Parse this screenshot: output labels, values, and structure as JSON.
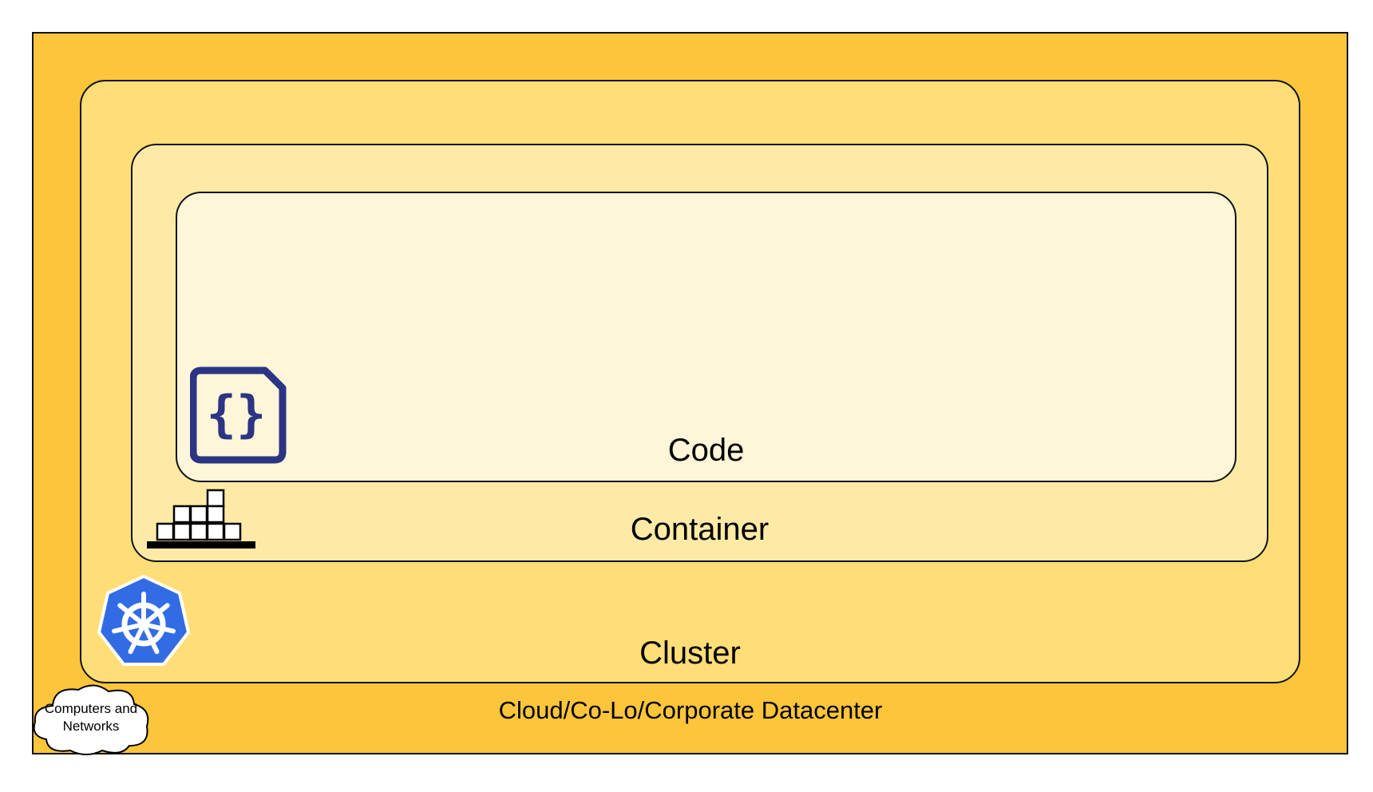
{
  "colors": {
    "datacenter_fill": "#FCC53B",
    "cluster_fill": "#FFDE77",
    "container_fill": "#FEEAA6",
    "code_fill": "#FFF5D8",
    "outline": "#111111",
    "code_icon": "#2B3583",
    "kubernetes_blue": "#326CE5",
    "cloud_fill": "#FFFFFF"
  },
  "layers": {
    "code": {
      "label": "Code",
      "icon": "code-file-icon"
    },
    "container": {
      "label": "Container",
      "icon": "container-stack-icon"
    },
    "cluster": {
      "label": "Cluster",
      "icon": "kubernetes-icon"
    },
    "datacenter": {
      "label": "Cloud/Co-Lo/Corporate Datacenter",
      "icon": "cloud-icon"
    }
  },
  "cloud": {
    "label": "Computers and Networks"
  }
}
